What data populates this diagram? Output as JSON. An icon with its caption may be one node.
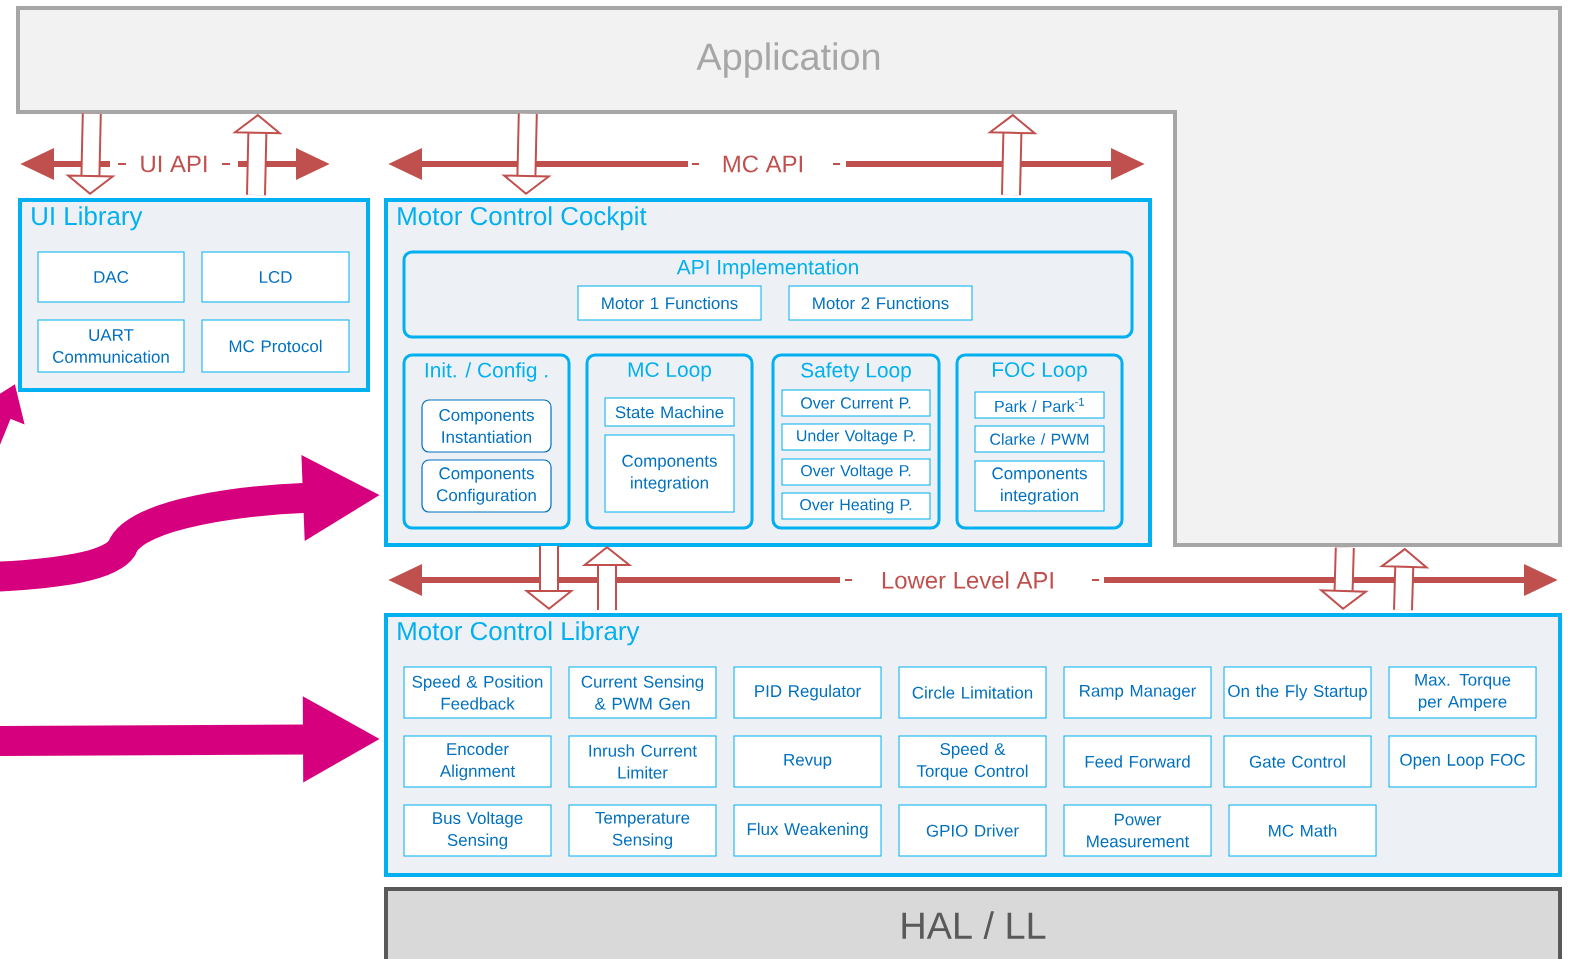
{
  "diagram": {
    "nodes": [
      {
        "text": [
          "Application"
        ]
      },
      {
        "text": [
          "UI Library"
        ]
      },
      {
        "text": [
          "DAC"
        ],
        "in": 1
      },
      {
        "text": [
          "LCD"
        ],
        "in": 1
      },
      {
        "text": [
          "UART Communication"
        ],
        "in": 1
      },
      {
        "text": [
          "MC Protocol"
        ],
        "in": 1
      },
      {
        "text": [
          "Motor Control Cockpit"
        ]
      },
      {
        "text": [
          "API Implementation"
        ],
        "in": 6
      },
      {
        "text": [
          "Motor 1 Functions"
        ],
        "in": 7
      },
      {
        "text": [
          "Motor 2 Functions"
        ],
        "in": 7
      },
      {
        "text": [
          "Init. / Config ."
        ],
        "in": 6
      },
      {
        "text": [
          "Components Instantiation"
        ],
        "in": 10
      },
      {
        "text": [
          "Components Configuration"
        ],
        "in": 10
      },
      {
        "text": [
          "MC Loop"
        ],
        "in": 6
      },
      {
        "text": [
          "State Machine"
        ],
        "in": 13
      },
      {
        "text": [
          "Components integration"
        ],
        "in": 13
      },
      {
        "text": [
          "Safety Loop"
        ],
        "in": 6
      },
      {
        "text": [
          "Over Current P."
        ],
        "in": 16
      },
      {
        "text": [
          "Under Voltage P."
        ],
        "in": 16
      },
      {
        "text": [
          "Over Voltage P."
        ],
        "in": 16
      },
      {
        "text": [
          "Over Heating P."
        ],
        "in": 16
      },
      {
        "text": [
          "FOC Loop"
        ],
        "in": 6
      },
      {
        "text": [
          "Park / Park$^{-1}$"
        ],
        "in": 21
      },
      {
        "text": [
          "Clarke / PWM"
        ],
        "in": 21
      },
      {
        "text": [
          "Components integration"
        ],
        "in": 21
      },
      {
        "text": [
          "Motor Control Library"
        ]
      },
      {
        "text": [
          "Speed & Position Feedback"
        ],
        "in": 25
      },
      {
        "text": [
          "Current Sensing & PWM Gen"
        ],
        "in": 25
      },
      {
        "text": [
          "PID Regulator"
        ],
        "in": 25
      },
      {
        "text": [
          "Circle Limitation"
        ],
        "in": 25
      },
      {
        "text": [
          "Ramp Manager"
        ],
        "in": 25
      },
      {
        "text": [
          "On the Fly Startup"
        ],
        "in": 25
      },
      {
        "text": [
          "Max. Torque per Ampere"
        ],
        "in": 25
      },
      {
        "text": [
          "Encoder Alignment"
        ],
        "in": 25
      },
      {
        "text": [
          "Inrush Current Limiter"
        ],
        "in": 25
      },
      {
        "text": [
          "Revup"
        ],
        "in": 25
      },
      {
        "text": [
          "Speed & Torque Control"
        ],
        "in": 25
      },
      {
        "text": [
          "Feed Forward"
        ],
        "in": 25
      },
      {
        "text": [
          "Gate Control"
        ],
        "in": 25
      },
      {
        "text": [
          "Open Loop FOC"
        ],
        "in": 25
      },
      {
        "text": [
          "Bus Voltage Sensing"
        ],
        "in": 25
      },
      {
        "text": [
          "Temperature Sensing"
        ],
        "in": 25
      },
      {
        "text": [
          "Flux Weakening"
        ],
        "in": 25
      },
      {
        "text": [
          "GPIO Driver"
        ],
        "in": 25
      },
      {
        "text": [
          "Power Measurement"
        ],
        "in": 25
      },
      {
        "text": [
          "MC Math"
        ],
        "in": 25
      },
      {
        "text": [
          "HAL / LL"
        ]
      }
    ],
    "edges": [
      {
        "from": 0,
        "to": 1,
        "arrow": "to"
      },
      {
        "from": 1,
        "to": 0,
        "arrow": "to"
      },
      {
        "from": 0,
        "to": 6,
        "arrow": "to"
      },
      {
        "from": 6,
        "to": 0,
        "arrow": "to"
      },
      {
        "from": 6,
        "to": 25,
        "arrow": "to"
      },
      {
        "from": 25,
        "to": 6,
        "arrow": "to"
      },
      {
        "from": 0,
        "to": 25,
        "arrow": "to"
      },
      {
        "from": 25,
        "to": 0,
        "arrow": "to"
      },
      {
        "from": null,
        "to": 1,
        "arrow": "to",
        "color": "#d6007e"
      },
      {
        "from": null,
        "to": 6,
        "arrow": "to",
        "color": "#d6007e"
      },
      {
        "from": null,
        "to": 25,
        "arrow": "to",
        "color": "#d6007e"
      }
    ],
    "labels": [
      "UI API",
      "MC API",
      "Lower Level API"
    ]
  }
}
